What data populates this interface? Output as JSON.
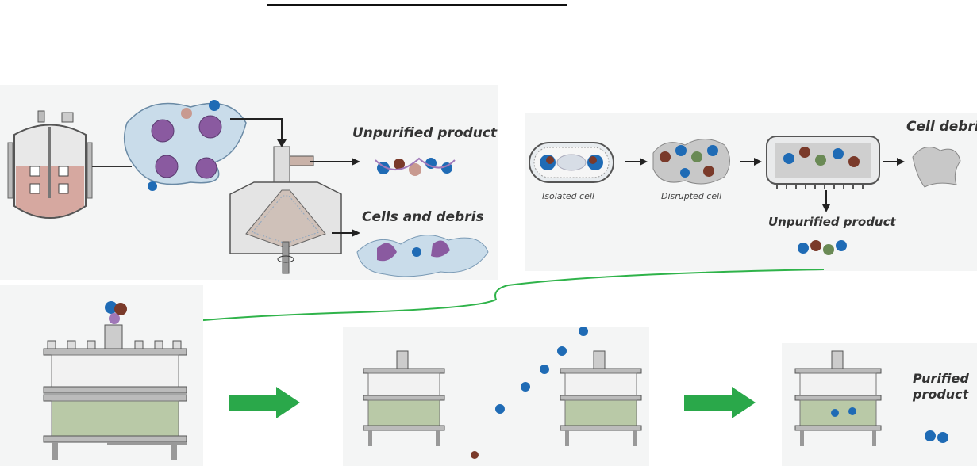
{
  "labels": {
    "unpurified_product_left": "Unpurified product",
    "cells_and_debris": "Cells and debris",
    "cell_debris": "Cell debris",
    "isolated_cell": "Isolated cell",
    "disrupted_cell": "Disrupted cell",
    "unpurified_product_right": "Unpurified product",
    "purified_product_line1": "Purified",
    "purified_product_line2": "product"
  },
  "colors": {
    "panel_bg": "#f3f4f4",
    "protein_blue": "#1f6bb5",
    "protein_brown": "#7a3a2a",
    "cell_fill": "#c9dcea",
    "nucleus": "#8a5aa0",
    "green_arrow": "#2aa84a",
    "green_line": "#2fb34a",
    "resin": "#b9c9a7"
  }
}
